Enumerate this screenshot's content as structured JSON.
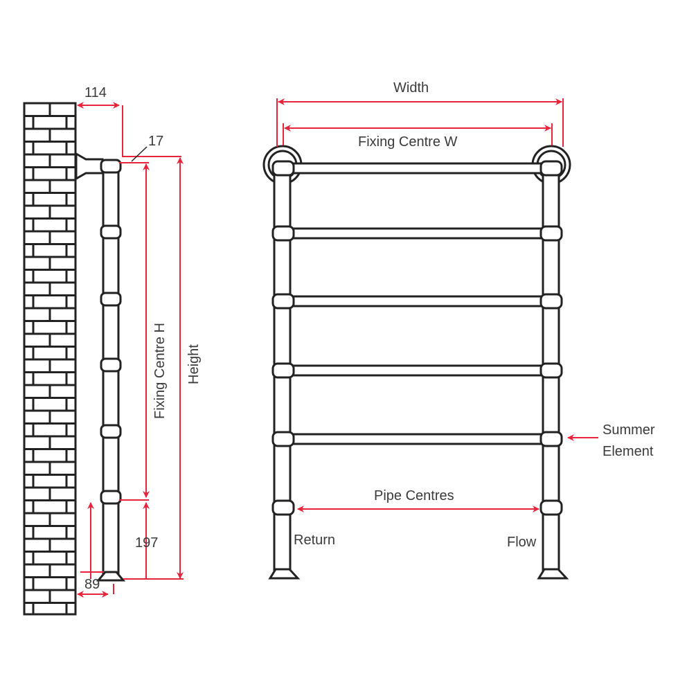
{
  "labels": {
    "width": "Width",
    "fixing_centre_w": "Fixing Centre W",
    "fixing_centre_h": "Fixing Centre H",
    "height": "Height",
    "pipe_centres": "Pipe Centres",
    "return": "Return",
    "flow": "Flow",
    "summer_element_line1": "Summer",
    "summer_element_line2": "Element",
    "dim_114": "114",
    "dim_17": "17",
    "dim_197": "197",
    "dim_89": "89"
  },
  "colors": {
    "dimension": "#e8243a",
    "outline": "#222222"
  }
}
